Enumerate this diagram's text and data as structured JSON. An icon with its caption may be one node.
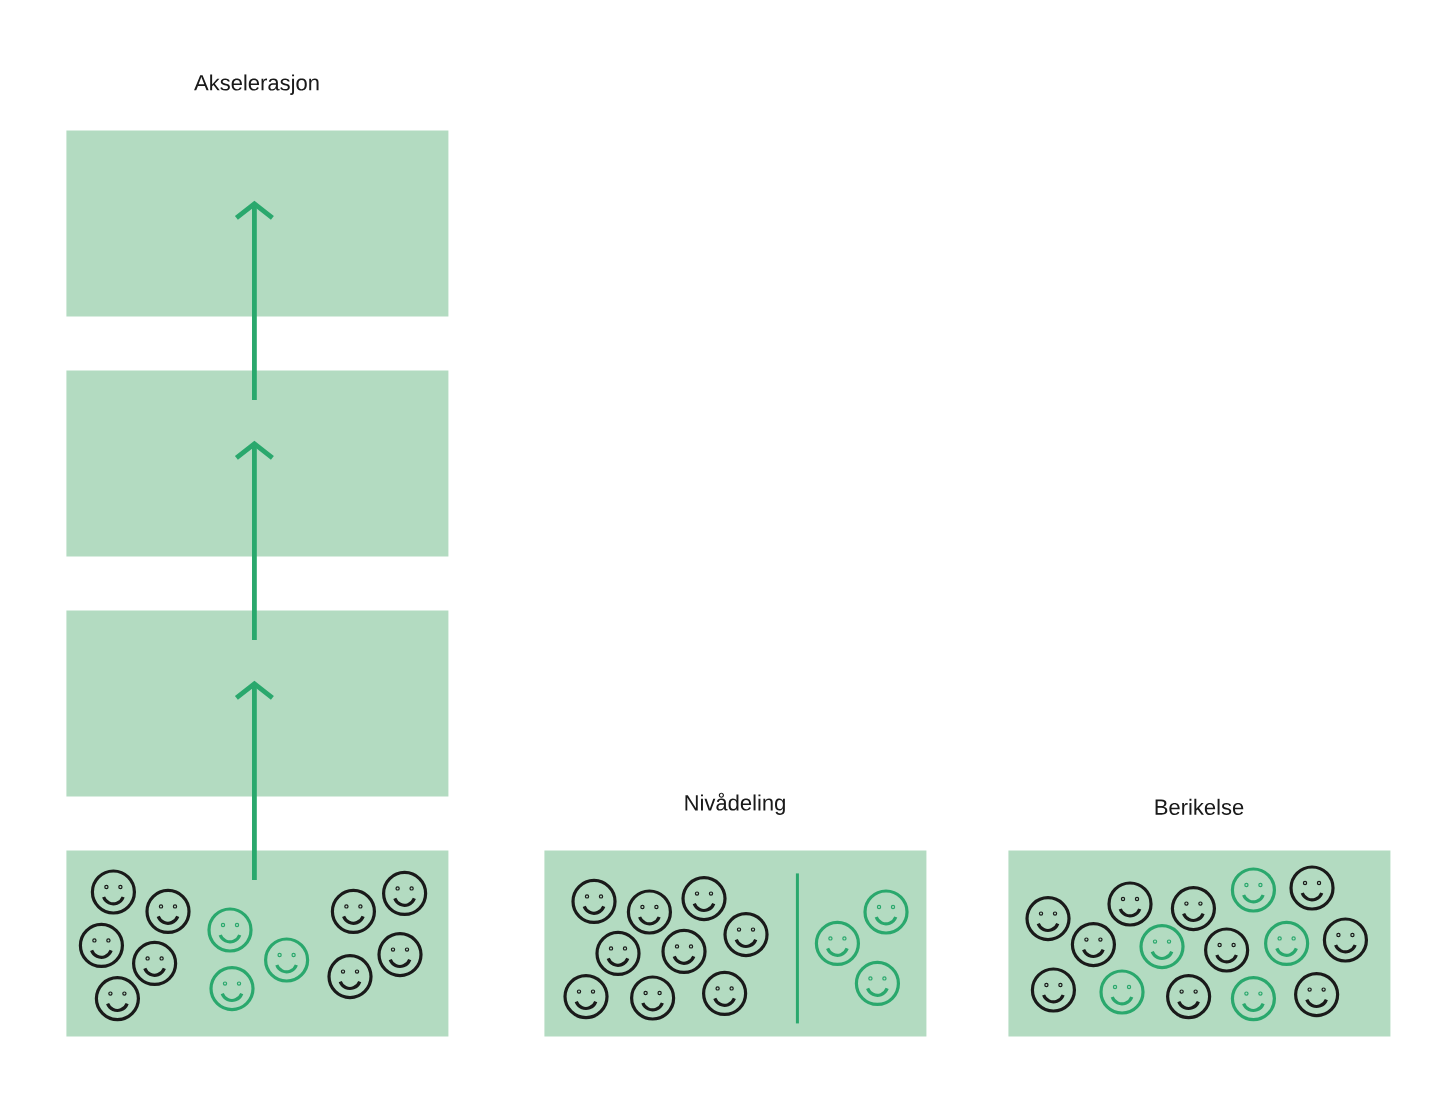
{
  "diagram": {
    "nodes": [
      {
        "text": [
          "Akselerasjon"
        ]
      },
      {
        "text": [],
        "shape": "box"
      },
      {
        "text": [],
        "shape": "box"
      },
      {
        "text": [],
        "shape": "box"
      },
      {
        "text": [
          "Nivådeling"
        ]
      },
      {
        "text": [
          "Berikelse"
        ]
      }
    ],
    "edges": [
      {
        "from": 3,
        "to": 2,
        "arrow": "to"
      },
      {
        "from": 2,
        "to": 1,
        "arrow": "to"
      },
      {
        "from": 1,
        "to": 0,
        "arrow": "to"
      }
    ]
  }
}
